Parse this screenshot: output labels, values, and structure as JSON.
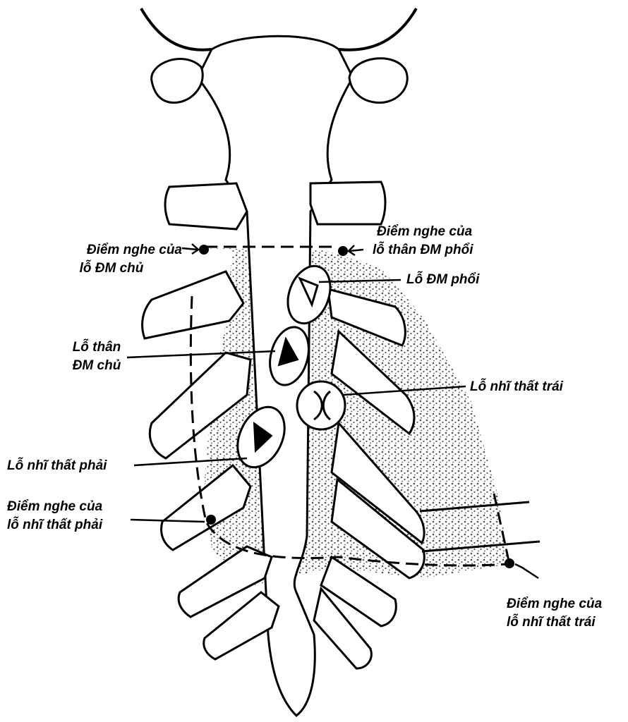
{
  "colors": {
    "ink": "#000000",
    "paper": "#ffffff",
    "stipple": "#6b6b6b"
  },
  "labels": {
    "aortic_point": {
      "line1": "Điểm nghe của",
      "line2": "lỗ ĐM chủ"
    },
    "pulmonary_point": {
      "line1": "Điểm nghe của",
      "line2": "lỗ thân ĐM phổi"
    },
    "pulmonary_valve": "Lỗ ĐM phổi",
    "aortic_valve": {
      "line1": "Lỗ thân",
      "line2": "ĐM chủ"
    },
    "mitral_valve": "Lỗ nhĩ thất trái",
    "tricuspid_valve": "Lỗ nhĩ thất phải",
    "tricuspid_point": {
      "line1": "Điểm nghe của",
      "line2": "lỗ nhĩ thất phải"
    },
    "mitral_point": {
      "line1": "Điểm nghe của",
      "line2": "lỗ nhĩ thất trái"
    }
  }
}
